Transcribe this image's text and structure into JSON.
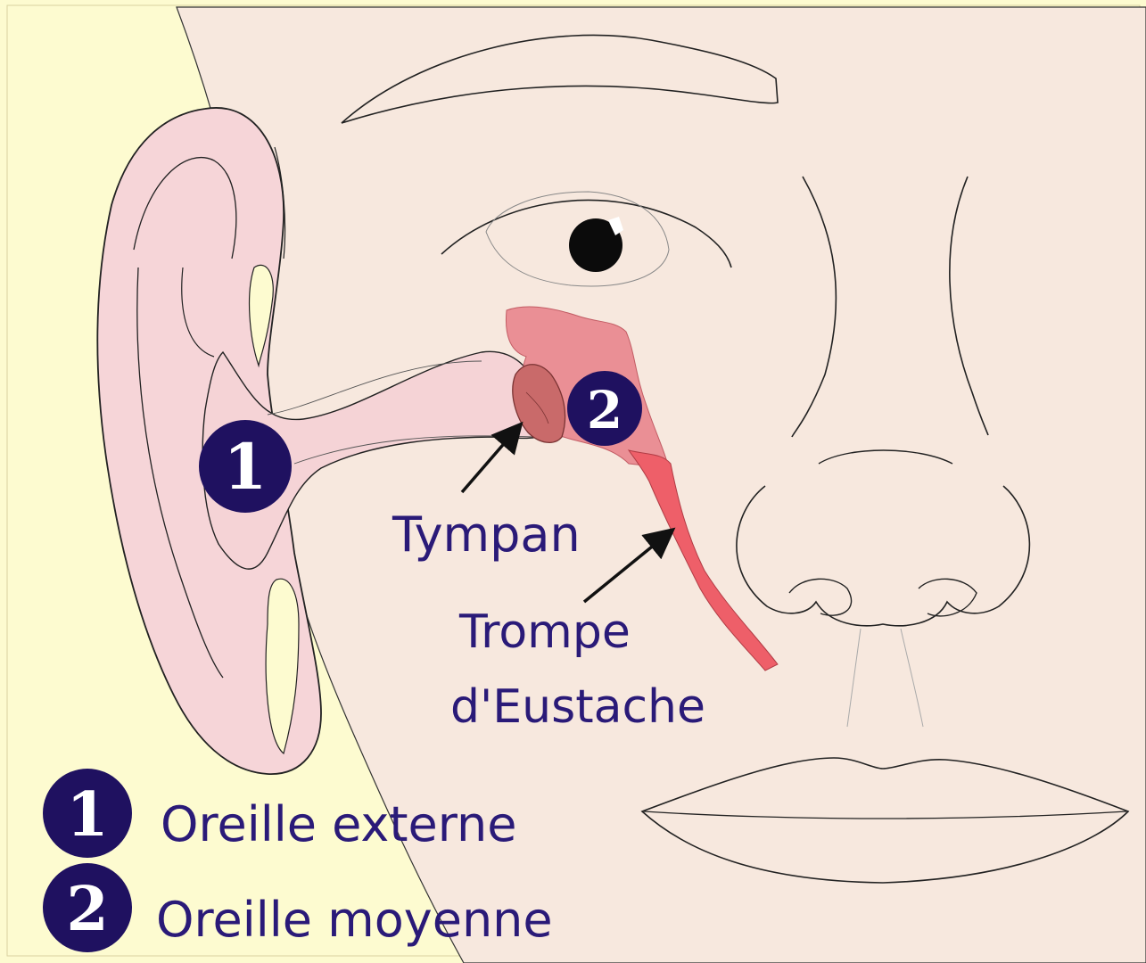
{
  "diagram": {
    "labels": {
      "tympan": "Tympan",
      "trompe_line1": "Trompe",
      "trompe_line2": "d'Eustache"
    },
    "badges": {
      "one": "1",
      "two": "2"
    },
    "legend": [
      {
        "number": "1",
        "text": "Oreille externe"
      },
      {
        "number": "2",
        "text": "Oreille moyenne"
      }
    ],
    "colors": {
      "background": "#fdfbd0",
      "skin": "#f7e8de",
      "ear": "#f6d5d8",
      "canal": "#f5d3d6",
      "middle_ear": "#ea8f95",
      "eustachian": "#ee5f69",
      "eardrum": "#c96a6a",
      "badge": "#1f1160",
      "label_text": "#2a1a78",
      "outline": "#1a1a1a"
    }
  }
}
